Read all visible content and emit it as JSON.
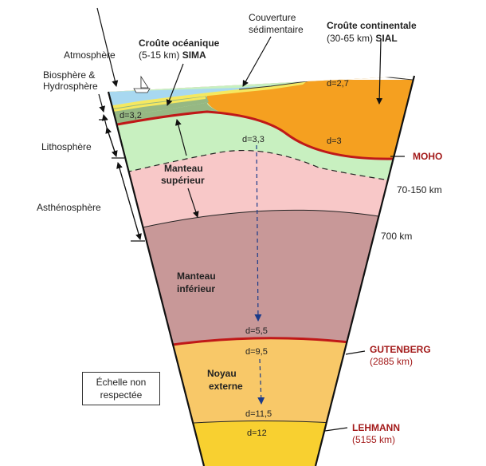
{
  "labels": {
    "atmosphere": "Atmosphère",
    "biosphere_1": "Biosphère &",
    "biosphere_2": "Hydrosphère",
    "lithosphere": "Lithosphère",
    "asthenosphere": "Asthénosphère",
    "couverture_1": "Couverture",
    "couverture_2": "sédimentaire",
    "croute_oceanique_1": "Croûte océanique",
    "croute_oceanique_2a": "(5-15 km) ",
    "croute_oceanique_2b": "SIMA",
    "croute_continentale_1": "Croûte continentale",
    "croute_continentale_2a": "(30-65 km) ",
    "croute_continentale_2b": "SIAL",
    "manteau_sup_1": "Manteau",
    "manteau_sup_2": "supérieur",
    "manteau_inf_1": "Manteau",
    "manteau_inf_2": "inférieur",
    "noyau_ext_1": "Noyau",
    "noyau_ext_2": "externe",
    "moho": "MOHO",
    "depth_150": "70-150 km",
    "depth_700": "700 km",
    "gutenberg": "GUTENBERG",
    "gutenberg_depth": "(2885 km)",
    "lehmann": "LEHMANN",
    "lehmann_depth": "(5155 km)",
    "scale_note_1": "Échelle non",
    "scale_note_2": "respectée"
  },
  "densities": {
    "d_ocean_crust": "d=3,2",
    "d_cont_crust": "d=2,7",
    "d_cont_root": "d=3",
    "d_upper_mantle": "d=3,3",
    "d_lower_mantle": "d=5,5",
    "d_outer_core_top": "d=9,5",
    "d_outer_core_bottom": "d=11,5",
    "d_inner_core": "d=12"
  },
  "colors": {
    "water": "#a8d8f0",
    "sediment": "#f5e860",
    "ocean_crust": "#96b883",
    "cont_crust": "#f5a020",
    "lithosphere_mantle": "#c8f0c0",
    "asthenosphere": "#f8c8c8",
    "lower_mantle": "#c89898",
    "outer_core": "#f8c868",
    "inner_core": "#f8d030",
    "discontinuity": "#c01818",
    "arrow_dashed": "#1a3a8a"
  }
}
